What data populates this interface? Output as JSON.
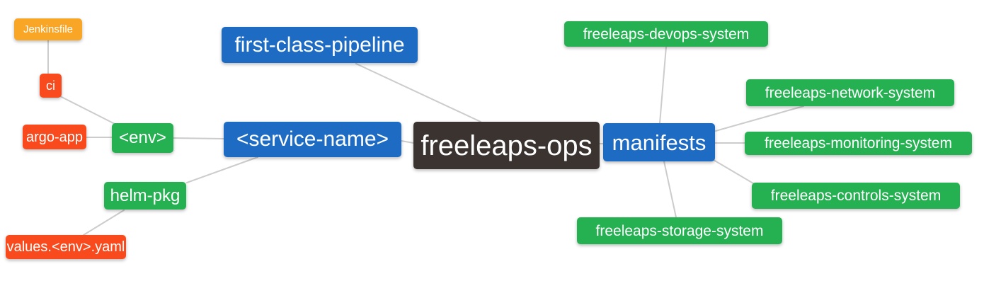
{
  "diagram": {
    "type": "mindmap",
    "title": "freeleaps-ops repository structure mind map",
    "colors": {
      "blue": "#1E6BC3",
      "green": "#25B152",
      "red": "#F94A1D",
      "orange": "#F9A526",
      "dark": "#3A3330",
      "edge": "#CCCCCC",
      "text": "#FFFFFF",
      "background": "#FFFFFF"
    },
    "nodes": [
      {
        "id": "jenkinsfile",
        "label": "Jenkinsfile",
        "color": "orange"
      },
      {
        "id": "ci",
        "label": "ci",
        "color": "red"
      },
      {
        "id": "argo-app",
        "label": "argo-app",
        "color": "red"
      },
      {
        "id": "env",
        "label": "<env>",
        "color": "green"
      },
      {
        "id": "helm-pkg",
        "label": "helm-pkg",
        "color": "green"
      },
      {
        "id": "values-env-yaml",
        "label": "values.<env>.yaml",
        "color": "red"
      },
      {
        "id": "first-class-pipeline",
        "label": "first-class-pipeline",
        "color": "blue"
      },
      {
        "id": "service-name",
        "label": "<service-name>",
        "color": "blue"
      },
      {
        "id": "freeleaps-ops",
        "label": "freeleaps-ops",
        "color": "dark"
      },
      {
        "id": "manifests",
        "label": "manifests",
        "color": "blue"
      },
      {
        "id": "freeleaps-devops-system",
        "label": "freeleaps-devops-system",
        "color": "green"
      },
      {
        "id": "freeleaps-network-system",
        "label": "freeleaps-network-system",
        "color": "green"
      },
      {
        "id": "freeleaps-monitoring-system",
        "label": "freeleaps-monitoring-system",
        "color": "green"
      },
      {
        "id": "freeleaps-controls-system",
        "label": "freeleaps-controls-system",
        "color": "green"
      },
      {
        "id": "freeleaps-storage-system",
        "label": "freeleaps-storage-system",
        "color": "green"
      }
    ],
    "edges": [
      {
        "from": "jenkinsfile",
        "to": "ci"
      },
      {
        "from": "ci",
        "to": "env"
      },
      {
        "from": "argo-app",
        "to": "env"
      },
      {
        "from": "env",
        "to": "service-name"
      },
      {
        "from": "helm-pkg",
        "to": "service-name"
      },
      {
        "from": "values-env-yaml",
        "to": "helm-pkg"
      },
      {
        "from": "service-name",
        "to": "freeleaps-ops"
      },
      {
        "from": "first-class-pipeline",
        "to": "freeleaps-ops"
      },
      {
        "from": "freeleaps-ops",
        "to": "manifests"
      },
      {
        "from": "manifests",
        "to": "freeleaps-devops-system"
      },
      {
        "from": "manifests",
        "to": "freeleaps-network-system"
      },
      {
        "from": "manifests",
        "to": "freeleaps-monitoring-system"
      },
      {
        "from": "manifests",
        "to": "freeleaps-controls-system"
      },
      {
        "from": "manifests",
        "to": "freeleaps-storage-system"
      }
    ]
  }
}
